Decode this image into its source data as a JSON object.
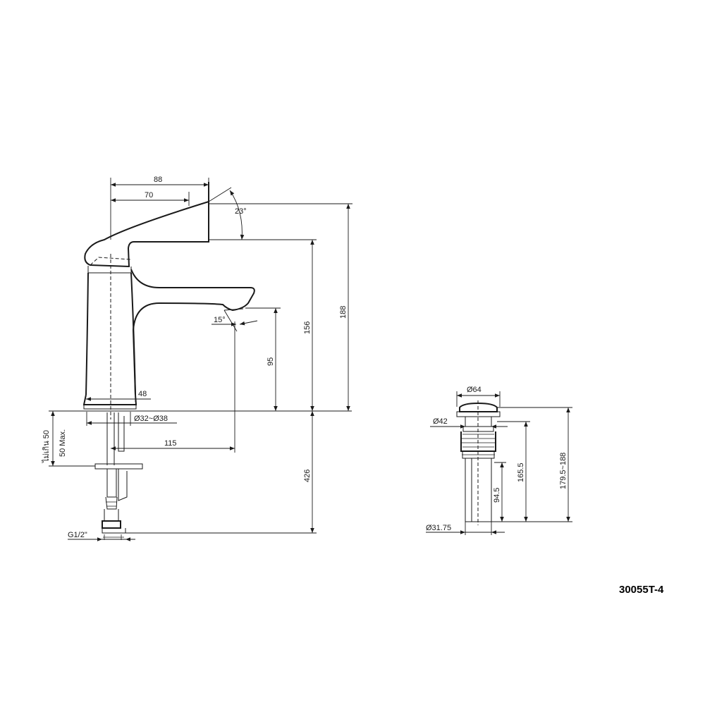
{
  "model_code": "30055T-4",
  "dimensions": {
    "d88": "88",
    "d70": "70",
    "angle23": "23°",
    "d188": "188",
    "d156": "156",
    "d95": "95",
    "angle15": "15°",
    "d48": "48",
    "dia32_38": "Ø32~Ø38",
    "d115": "115",
    "d426": "426",
    "thai50": "ไม่เกิน 50",
    "max50": "50 Max.",
    "g12": "G1/2\"",
    "dia64": "Ø64",
    "dia42": "Ø42",
    "d165_5": "165.5",
    "d179_188": "179.5~188",
    "d94_5": "94.5",
    "dia31_75": "Ø31.75"
  }
}
